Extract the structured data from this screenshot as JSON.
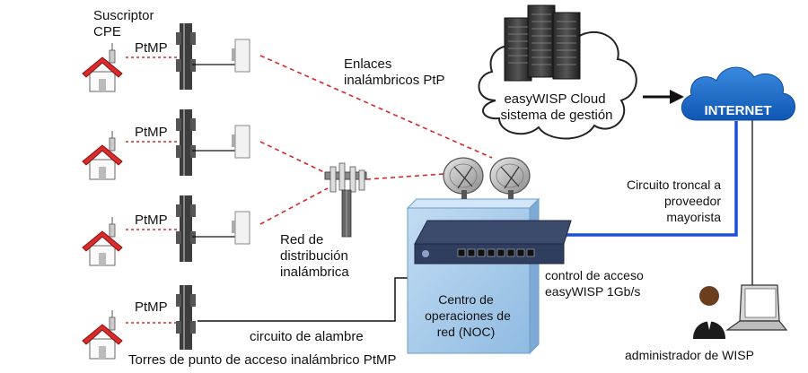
{
  "labels": {
    "subscriber_line1": "Suscriptor",
    "subscriber_line2": "CPE",
    "ptmp": "PtMP",
    "ptp_line1": "Enlaces",
    "ptp_line2": "inalámbricos PtP",
    "cloud_line1": "easyWISP Cloud",
    "cloud_line2": "sistema de gestión",
    "internet": "INTERNET",
    "trunk_line1": "Circuito troncal a",
    "trunk_line2": "proveedor",
    "trunk_line3": "mayorista",
    "dist_line1": "Red de",
    "dist_line2": "distribución",
    "dist_line3": "inalámbrica",
    "ac_line1": "control de acceso",
    "ac_line2": "easyWISP 1Gb/s",
    "noc_line1": "Centro de",
    "noc_line2": "operaciones de",
    "noc_line3": "red (NOC)",
    "wire": "circuito de alambre",
    "towers": "Torres de punto de acceso inalámbrico PtMP",
    "admin": "administrador de WISP"
  },
  "colors": {
    "house_roof": "#d92b2b",
    "house_body": "#fafafa",
    "dashed_link": "#d62828",
    "trunk_line": "#1f4fd6",
    "noc_box": "#a9ccec",
    "internet_cloud": "#1b6fd1",
    "mgmt_cloud": "#ffffff",
    "ac_device": "#2f3d5e"
  }
}
